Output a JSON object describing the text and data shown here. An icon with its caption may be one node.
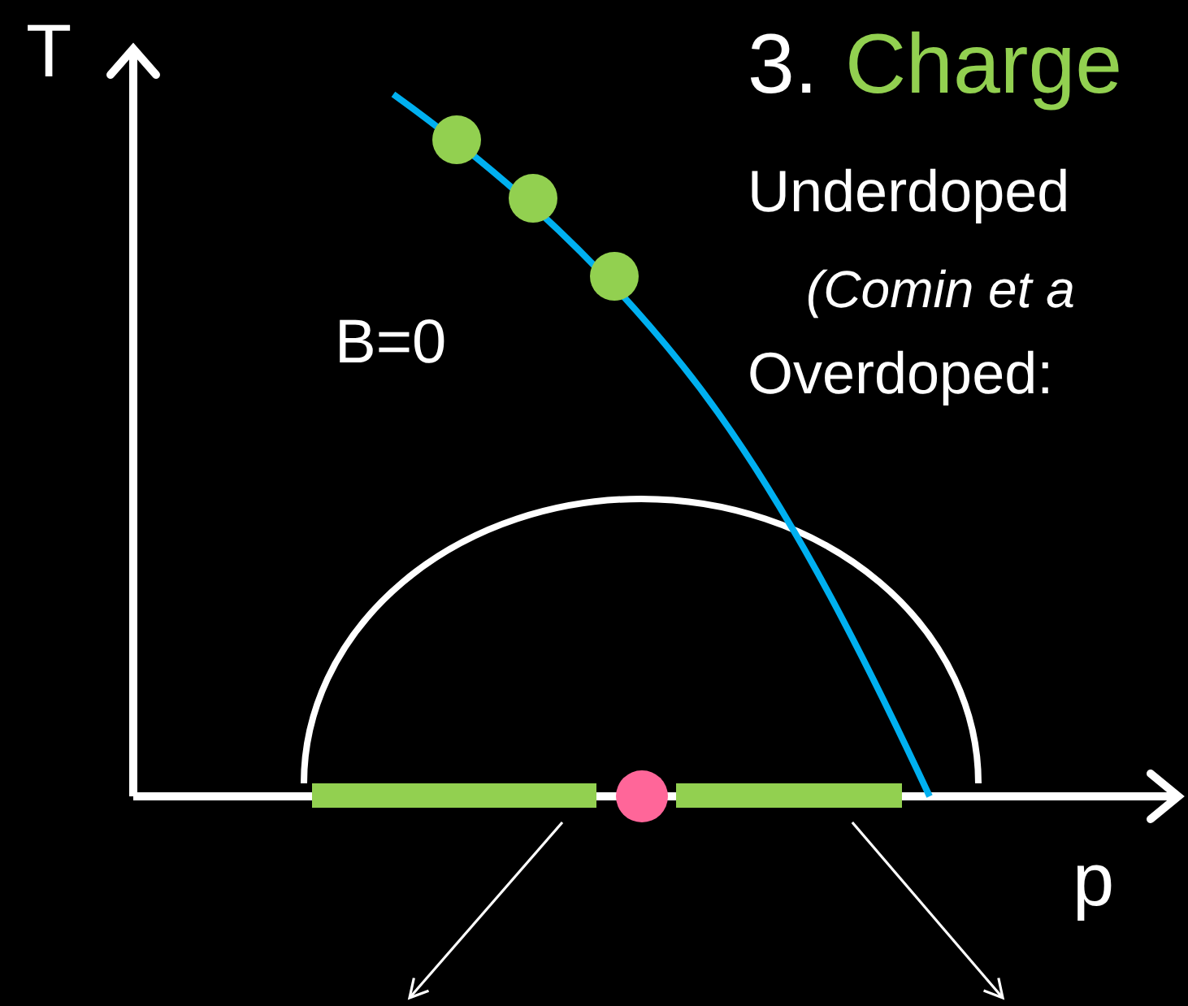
{
  "diagram": {
    "nodes": [
      {
        "text": [],
        "shape": "bar"
      },
      {
        "text": [],
        "shape": "circle"
      },
      {
        "text": [],
        "shape": "bar"
      }
    ],
    "edges": [
      {
        "from": 0,
        "to": null,
        "arrow": "to"
      },
      {
        "from": 2,
        "to": null,
        "arrow": "to"
      }
    ],
    "labels": [
      "T",
      "B=0",
      "3.",
      "Charge",
      "Underdoped",
      "(Comin et a",
      "Overdoped:",
      "p"
    ]
  }
}
